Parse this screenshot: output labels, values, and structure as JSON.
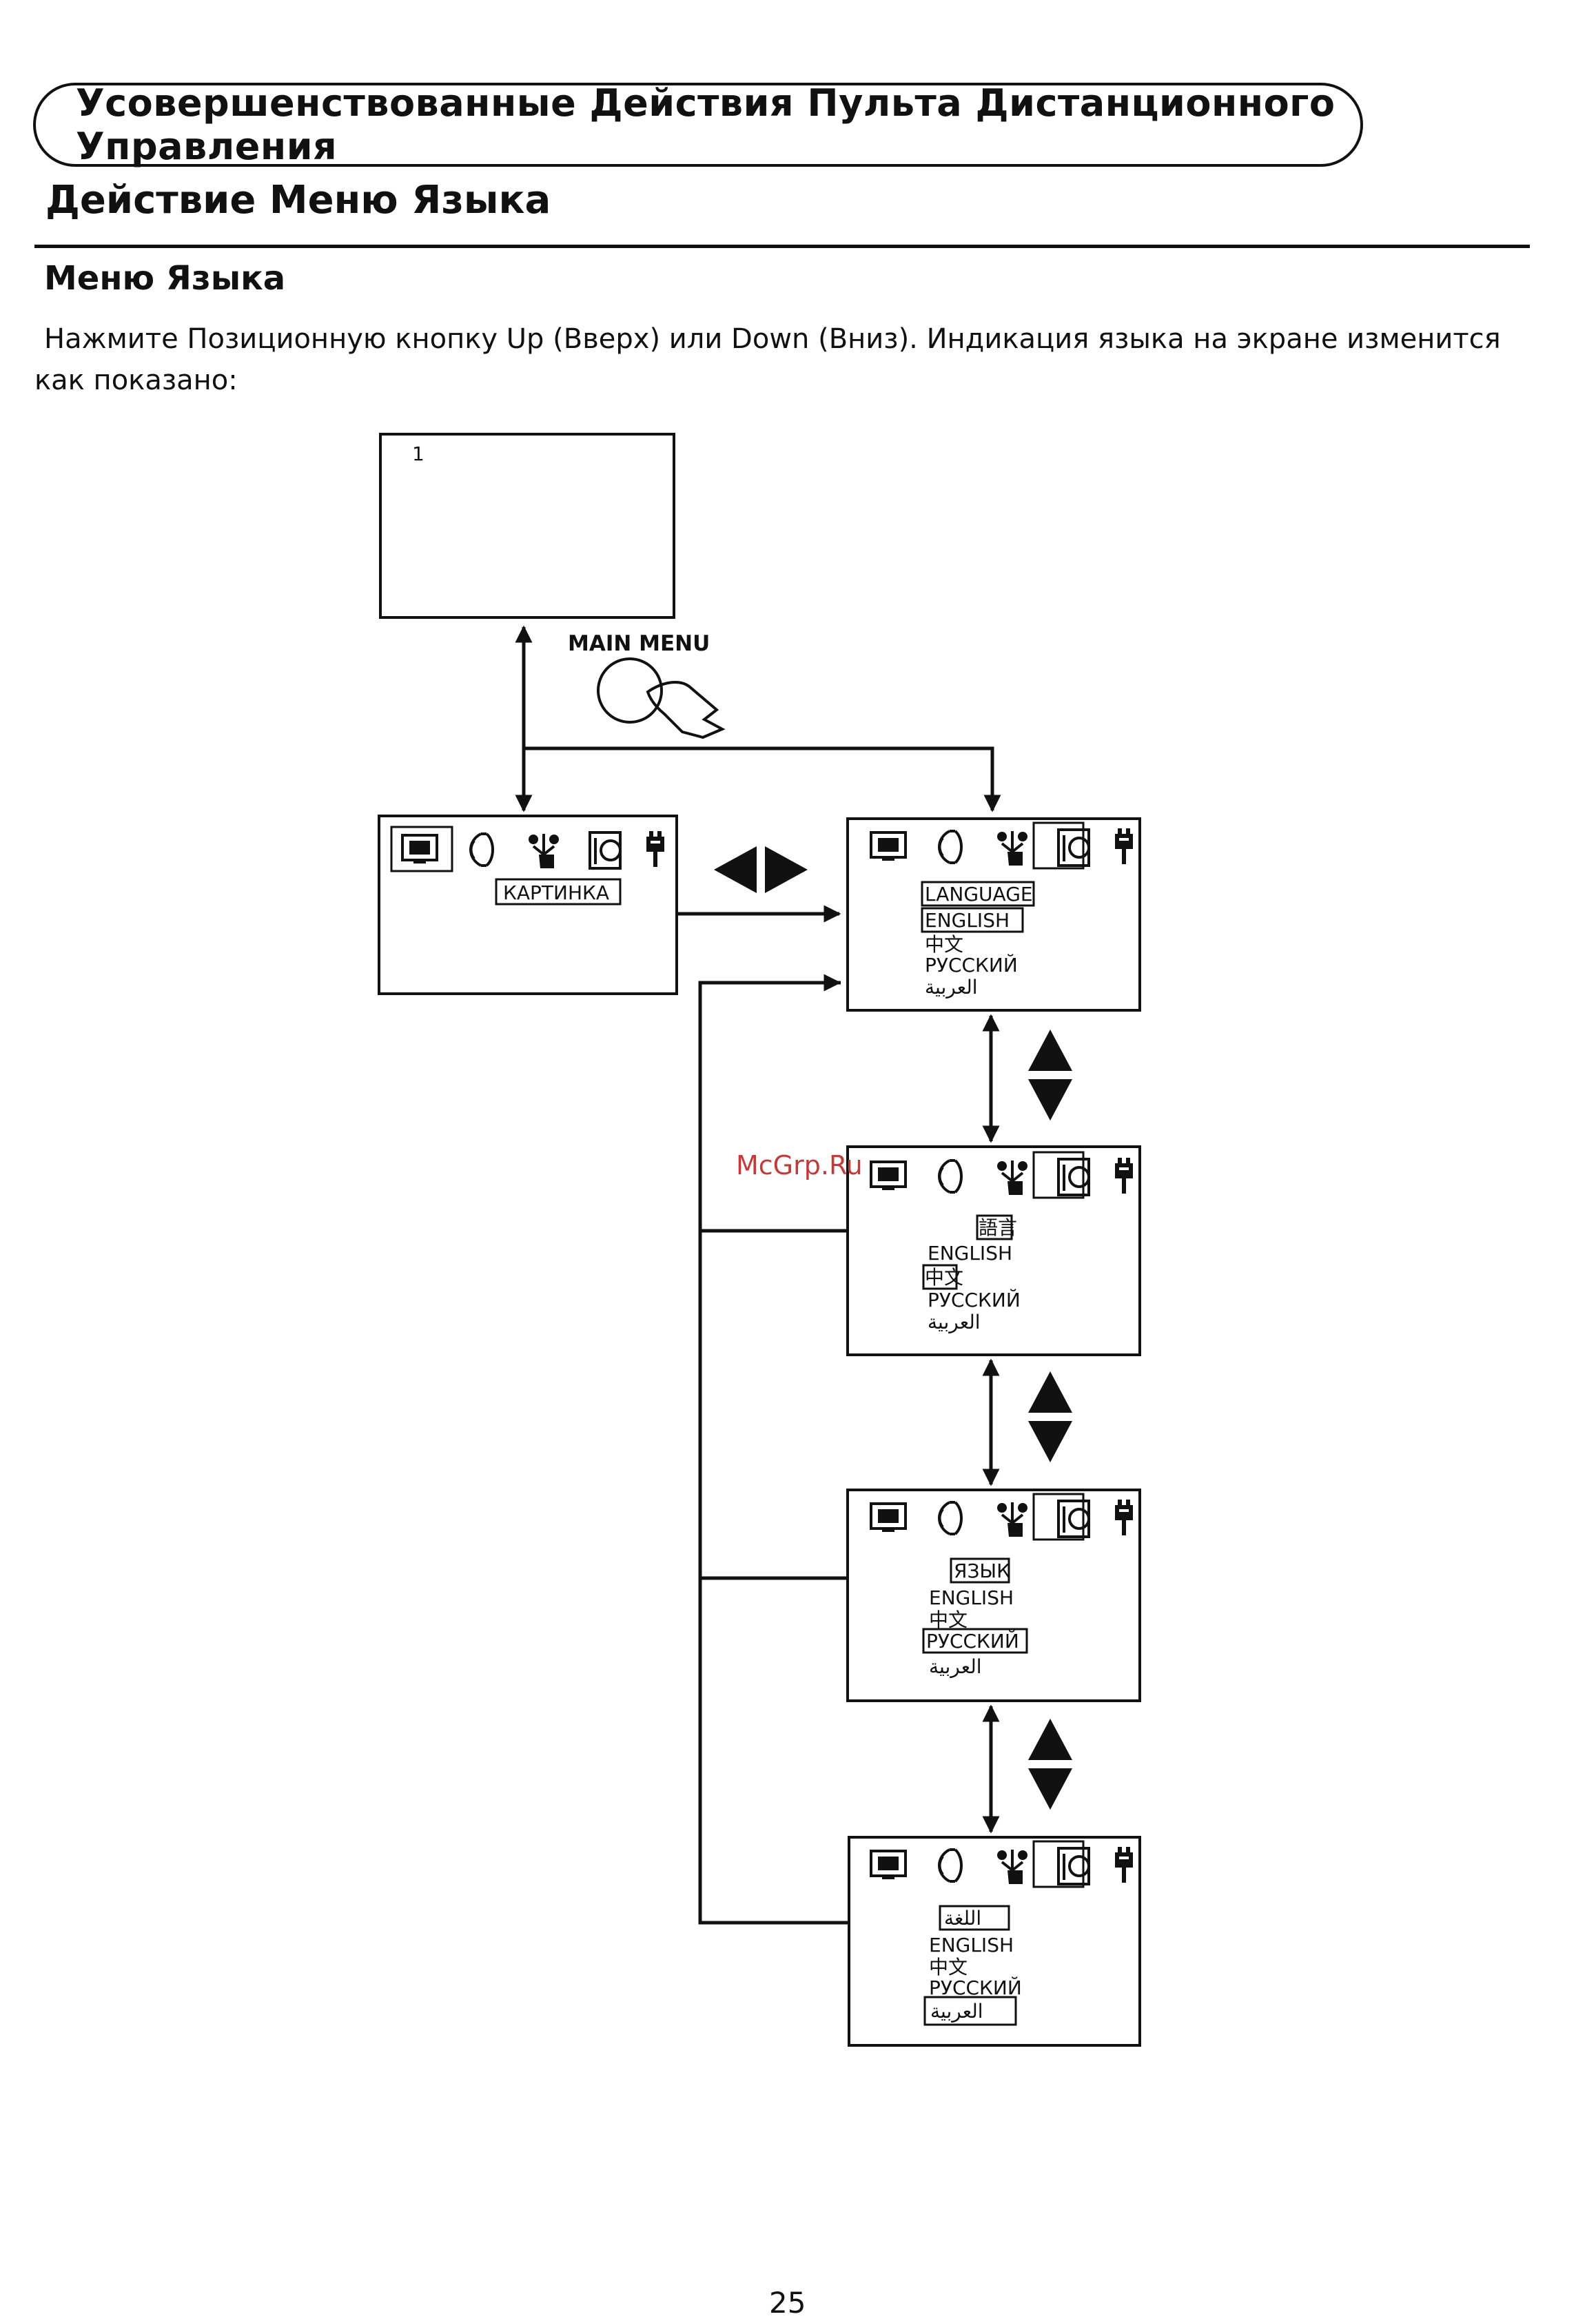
{
  "header": {
    "banner": "Усовершенствованные Действия Пульта Дистанционного Управления",
    "title": "Действие Меню Языка",
    "subtitle": "Меню Языка",
    "instruction": "Нажмите Позиционную кнопку Up (Вверх) или Down (Вниз). Индикация языка на экране изменится как показано:"
  },
  "diagram": {
    "tv_screen_channel": "1",
    "main_menu_label": "MAIN MENU",
    "picture_menu_label": "КАРТИНКА",
    "screens": [
      {
        "heading": "LANGUAGE",
        "options": [
          "ENGLISH",
          "中文",
          "РУССКИЙ",
          "العربية"
        ],
        "selected": "ENGLISH"
      },
      {
        "heading": "語言",
        "options": [
          "ENGLISH",
          "中文",
          "РУССКИЙ",
          "العربية"
        ],
        "selected": "中文"
      },
      {
        "heading": "ЯЗЫК",
        "options": [
          "ENGLISH",
          "中文",
          "РУССКИЙ",
          "العربية"
        ],
        "selected": "РУССКИЙ"
      },
      {
        "heading": "اللغة",
        "options": [
          "ENGLISH",
          "中文",
          "РУССКИЙ",
          "العربية"
        ],
        "selected": "العربية"
      }
    ],
    "icons": [
      "picture-icon",
      "sound-icon",
      "setup-icon",
      "language-icon",
      "plug-icon"
    ]
  },
  "watermark": "McGrp.Ru",
  "page_number": "25"
}
